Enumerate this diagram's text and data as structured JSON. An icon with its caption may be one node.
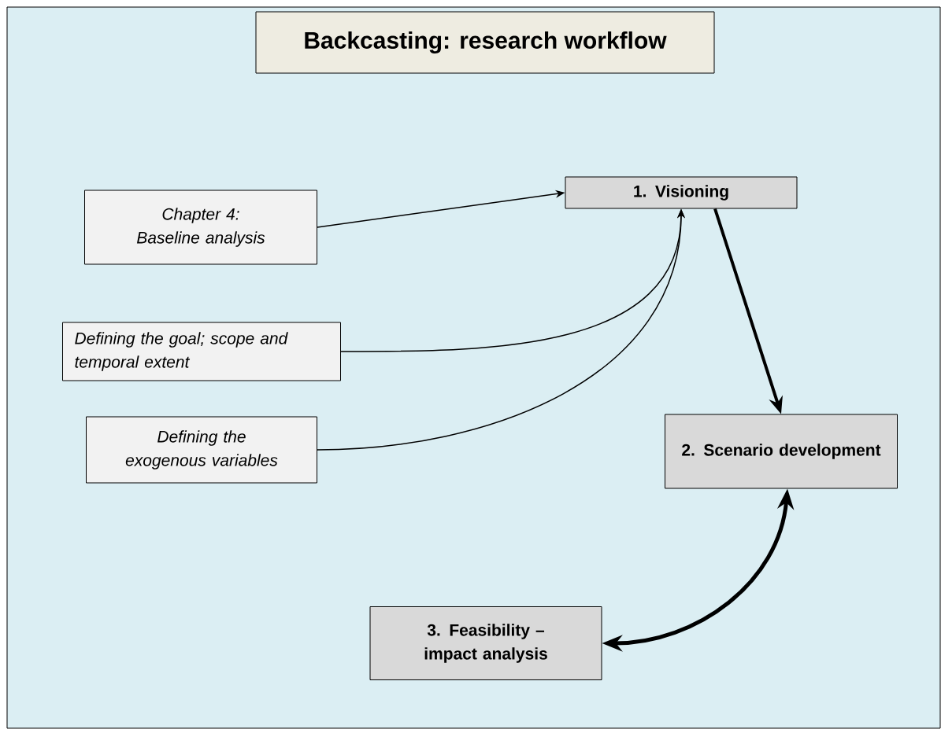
{
  "diagram": {
    "title": "Backcasting: research workflow",
    "nodes": [
      {
        "text": [
          "1. Visioning"
        ]
      },
      {
        "text": [
          "Chapter 4: Baseline analysis"
        ]
      },
      {
        "text": [
          "Defining the goal; scope and temporal extent"
        ]
      },
      {
        "text": [
          "Defining the exogenous variables"
        ]
      },
      {
        "text": [
          "2. Scenario development"
        ]
      },
      {
        "text": [
          "3. Feasibility – impact analysis"
        ]
      }
    ],
    "edges": [
      {
        "from": 1,
        "to": 0,
        "arrow": "to"
      },
      {
        "from": 2,
        "to": 0,
        "arrow": "to"
      },
      {
        "from": 3,
        "to": 0,
        "arrow": "to"
      },
      {
        "from": 0,
        "to": 4,
        "arrow": "to",
        "style": "thick"
      },
      {
        "from": 5,
        "to": 4,
        "arrow": "both",
        "style": "thick"
      }
    ]
  }
}
